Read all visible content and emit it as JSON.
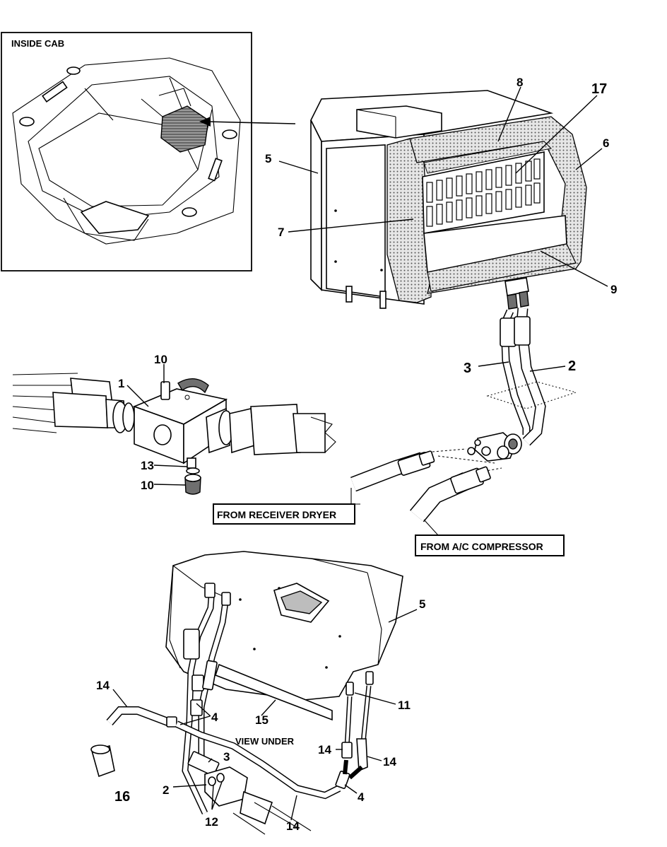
{
  "inset": {
    "title": "INSIDE CAB"
  },
  "labels": {
    "n8": "8",
    "n17": "17",
    "n6": "6",
    "n5_top": "5",
    "n7": "7",
    "n9": "9",
    "n3_top": "3",
    "n2_top": "2",
    "n10_top": "10",
    "n1": "1",
    "n13": "13",
    "n10_bot": "10",
    "n5_bot": "5",
    "n14_left": "14",
    "n4_left": "4",
    "n15": "15",
    "n11": "11",
    "n14_mid": "14",
    "n14_right": "14",
    "n3_bot": "3",
    "n2_bot": "2",
    "n16": "16",
    "n4_bot": "4",
    "n12": "12",
    "n14_bottom": "14"
  },
  "callouts": {
    "receiver_dryer": "FROM RECEIVER DRYER",
    "compressor": "FROM A/C COMPRESSOR",
    "view_under": "VIEW UNDER"
  }
}
